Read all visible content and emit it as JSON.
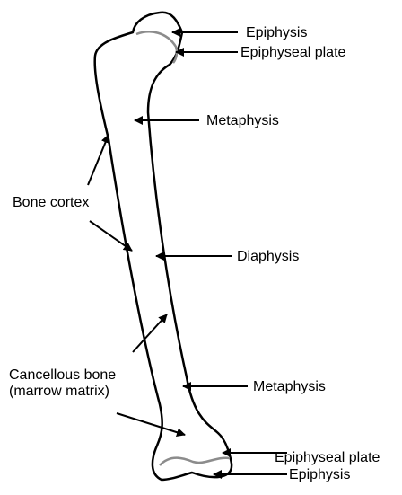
{
  "labels": {
    "epiphysis_top": "Epiphysis",
    "epiphyseal_plate_top": "Epiphyseal plate",
    "metaphysis_top": "Metaphysis",
    "bone_cortex": "Bone cortex",
    "diaphysis": "Diaphysis",
    "cancellous_line1": "Cancellous bone",
    "cancellous_line2": "(marrow matrix)",
    "metaphysis_bottom": "Metaphysis",
    "epiphyseal_plate_bottom": "Epiphyseal plate",
    "epiphysis_bottom": "Epiphysis"
  },
  "colors": {
    "outline": "#000000",
    "growth_plate": "#8c8c8c",
    "background": "#ffffff"
  }
}
